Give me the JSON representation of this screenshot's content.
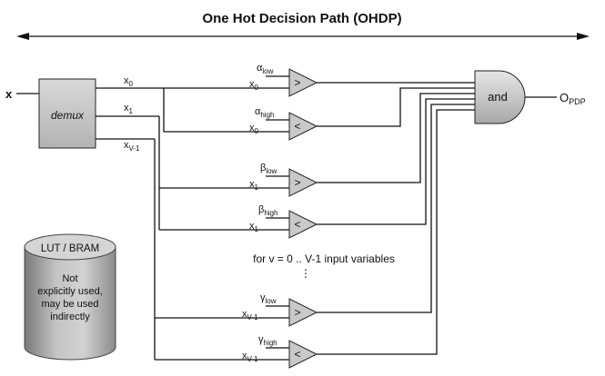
{
  "title": "One Hot Decision Path (OHDP)",
  "input_label": "x",
  "demux_label": "demux",
  "demux_outputs": {
    "x0": {
      "base": "x",
      "sub": "0"
    },
    "x1": {
      "base": "x",
      "sub": "1"
    },
    "xv1": {
      "base": "x",
      "sub": "V-1"
    }
  },
  "comparators": [
    {
      "param_base": "α",
      "param_sub": "low",
      "input_base": "x",
      "input_sub": "0",
      "op": ">"
    },
    {
      "param_base": "α",
      "param_sub": "high",
      "input_base": "x",
      "input_sub": "0",
      "op": "<"
    },
    {
      "param_base": "β",
      "param_sub": "low",
      "input_base": "x",
      "input_sub": "1",
      "op": ">"
    },
    {
      "param_base": "β",
      "param_sub": "high",
      "input_base": "x",
      "input_sub": "1",
      "op": "<"
    },
    {
      "param_base": "γ",
      "param_sub": "low",
      "input_base": "x",
      "input_sub": "V-1",
      "op": ">"
    },
    {
      "param_base": "γ",
      "param_sub": "high",
      "input_base": "x",
      "input_sub": "V-1",
      "op": "<"
    }
  ],
  "and_gate_label": "and",
  "output_label": {
    "base": "O",
    "sub": "PDP"
  },
  "loop_note": "for v = 0 .. V-1 input variables",
  "ellipsis": "⋮",
  "lut": {
    "title": "LUT / BRAM",
    "line1": "Not",
    "line2": "explicitly used,",
    "line3": "may be used",
    "line4": "indirectly"
  }
}
